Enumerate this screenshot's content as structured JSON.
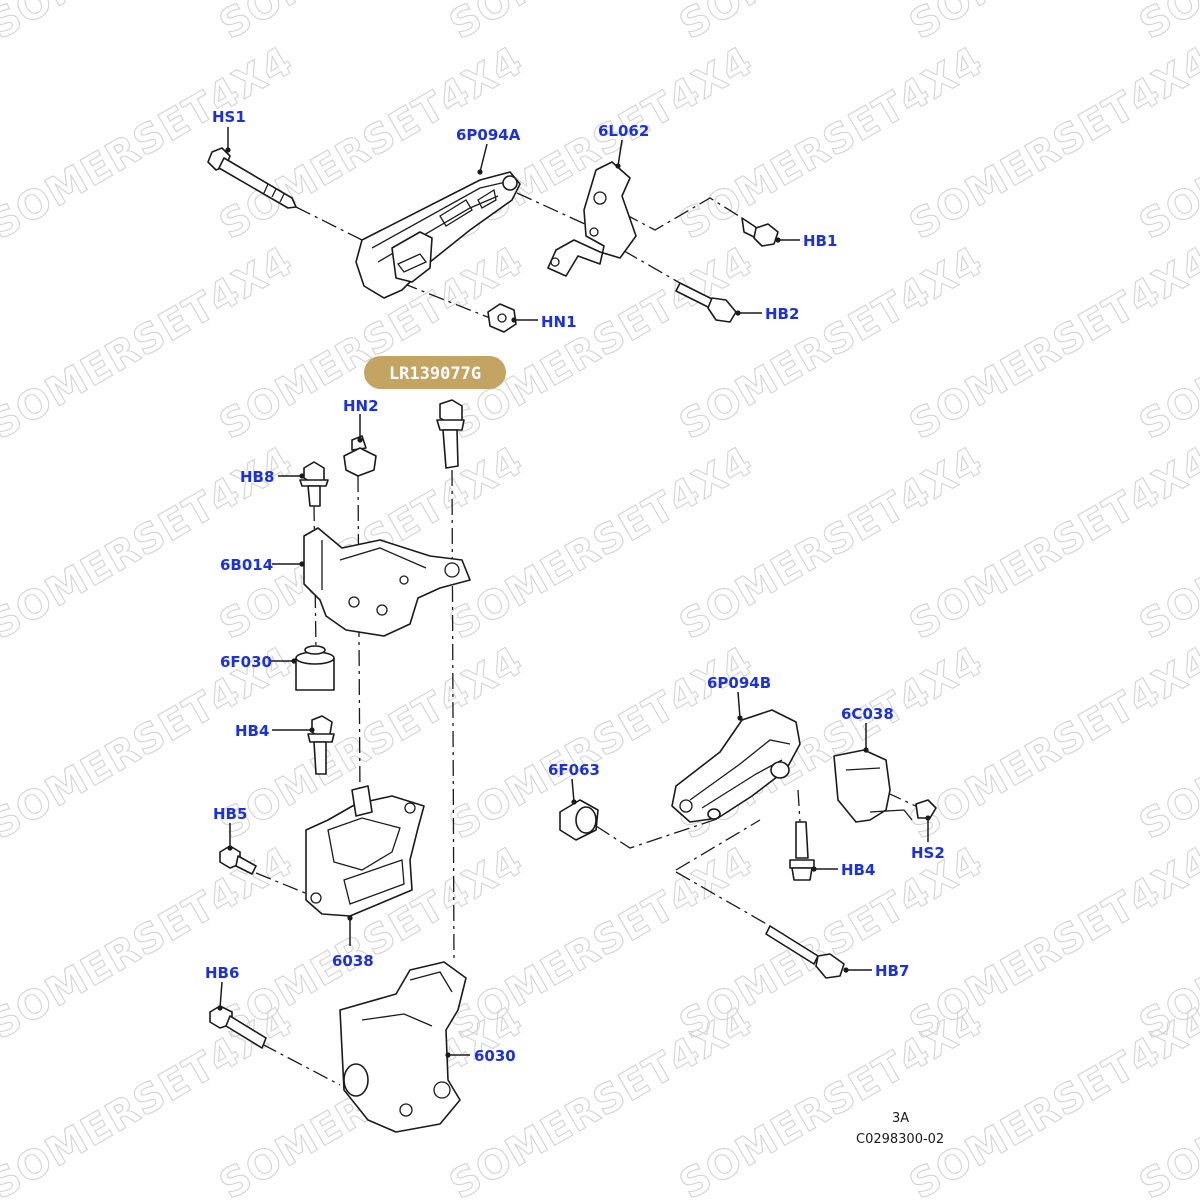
{
  "watermark": "SOMERSET4X4",
  "highlight_part": "LR139077G",
  "callouts": {
    "hs1": "HS1",
    "p6p094a": "6P094A",
    "l6062": "6L062",
    "hb1": "HB1",
    "hn1": "HN1",
    "hb2": "HB2",
    "hn2": "HN2",
    "hb8": "HB8",
    "b6014": "6B014",
    "f6030": "6F030",
    "hb4a": "HB4",
    "hb5": "HB5",
    "p6038": "6038",
    "hb6": "HB6",
    "p6030": "6030",
    "p6p094b": "6P094B",
    "c6038": "6C038",
    "f6063": "6F063",
    "hs2": "HS2",
    "hb4b": "HB4",
    "hb7": "HB7"
  },
  "footer": {
    "sheet": "3A",
    "code": "C0298300-02"
  },
  "colors": {
    "callout": "#1a30e6",
    "badge": "#c4a463",
    "line": "#1a1a1a",
    "watermark": "#d4d4d4"
  }
}
